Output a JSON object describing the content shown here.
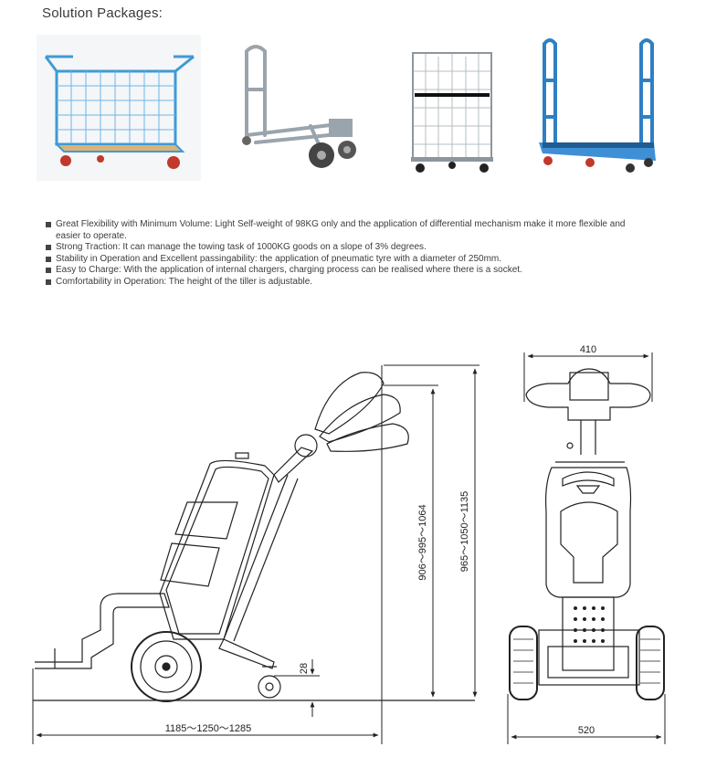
{
  "heading": "Solution Packages:",
  "packages": [
    {
      "icon": "mesh-cage-trolley-icon"
    },
    {
      "icon": "hand-truck-icon"
    },
    {
      "icon": "roll-cage-container-icon"
    },
    {
      "icon": "u-boat-trolley-icon"
    }
  ],
  "features": [
    "Great Flexibility with Minimum Volume:  Light Self-weight of 98KG only and the application of differential mechanism make it more flexible and easier to operate.",
    "Strong Traction: It can manage the towing task of  1000KG goods on a slope of 3% degrees.",
    "Stability in Operation and Excellent passingability: the application of  pneumatic tyre  with a diameter of 250mm.",
    "Easy to Charge: With the application of internal chargers, charging process can be realised where there is a socket.",
    "Comfortability in Operation: The height of the tiller is adjustable."
  ],
  "dimensions": {
    "side_length": "1185～1250～1285",
    "ground_clearance": "28",
    "handle_height": "906～995～1064",
    "overall_height": "965～1050～1135",
    "tiller_width": "410",
    "track_width": "520"
  }
}
